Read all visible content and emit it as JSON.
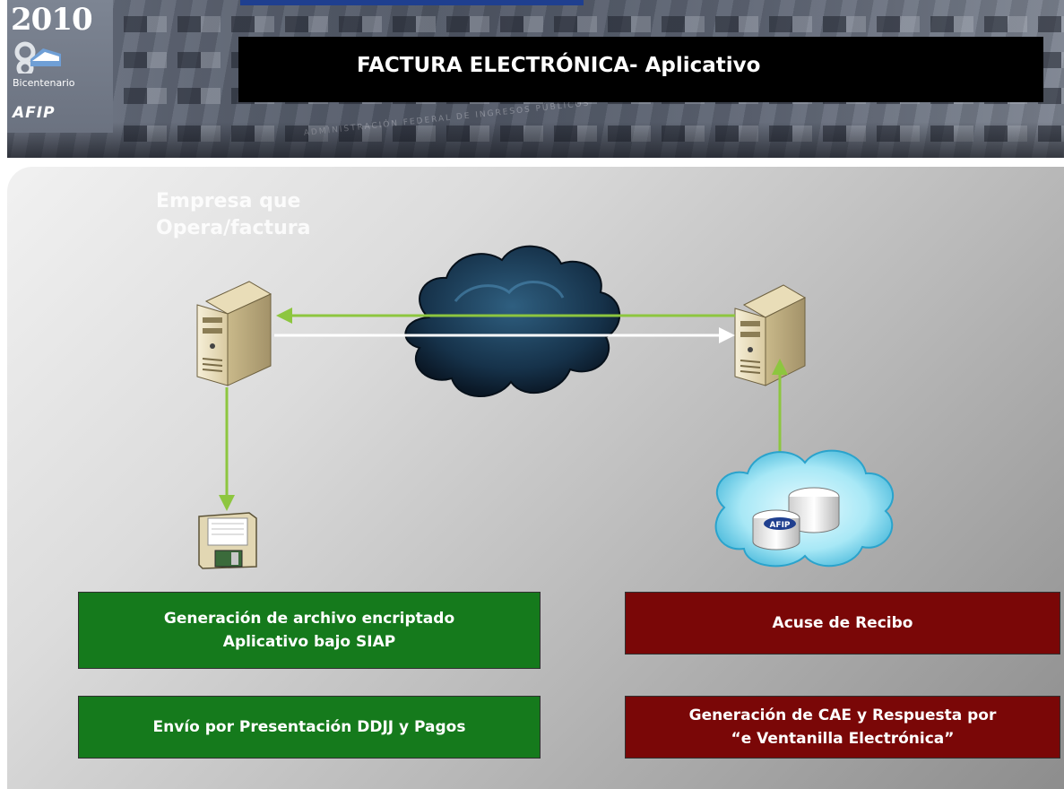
{
  "header": {
    "logo_year": "2010",
    "logo_subtitle": "Bicentenario",
    "logo_agency": "AFIP",
    "title": "FACTURA ELECTRÓNICA-  Aplicativo",
    "inscription": "ADMINISTRACIÓN FEDERAL DE INGRESOS PÚBLICOS"
  },
  "diagram": {
    "company_label": "Empresa que\nOpera/factura",
    "db_label": "AFIP",
    "arrow_color": "#8dc63f",
    "reverse_arrow_color": "#ffffff",
    "boxes": {
      "gen_file": "Generación de archivo encriptado\nAplicativo bajo SIAP",
      "send": "Envío por Presentación DDJJ y Pagos",
      "receipt": "Acuse de Recibo",
      "cae": "Generación de CAE y Respuesta por\n“e Ventanilla Electrónica”"
    },
    "colors": {
      "green": "#157a1c",
      "red": "#7a0707"
    }
  }
}
